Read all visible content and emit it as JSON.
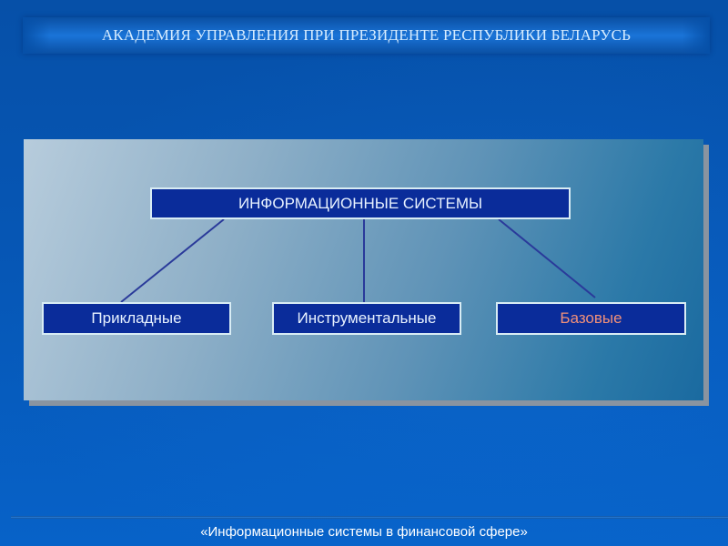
{
  "header": {
    "title": "АКАДЕМИЯ УПРАВЛЕНИЯ ПРИ ПРЕЗИДЕНТЕ РЕСПУБЛИКИ БЕЛАРУСЬ"
  },
  "diagram": {
    "root": {
      "label": "ИНФОРМАЦИОННЫЕ СИСТЕМЫ"
    },
    "children": [
      {
        "label": "Прикладные",
        "text_color": "#e8f2ff"
      },
      {
        "label": "Инструментальные",
        "text_color": "#e8f2ff"
      },
      {
        "label": "Базовые",
        "text_color": "#f0907a"
      }
    ],
    "colors": {
      "node_fill": "#0a2c9a",
      "node_border": "#d8ecf4",
      "connector": "#2a3a9a",
      "highlight_text": "#f0907a"
    }
  },
  "footer": {
    "caption": "«Информационные системы в финансовой сфере»"
  }
}
